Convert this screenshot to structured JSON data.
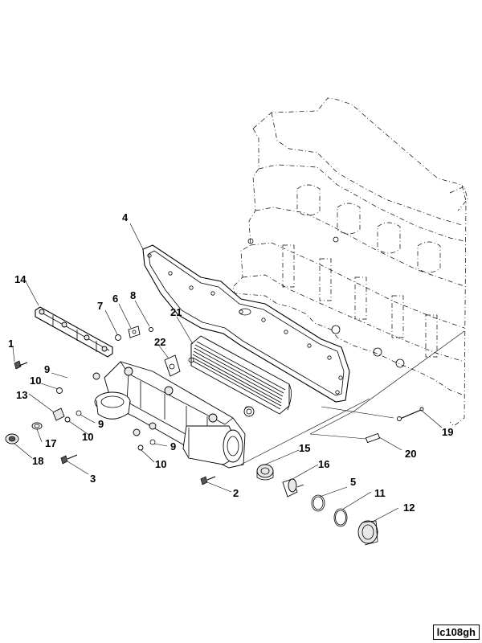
{
  "callouts": [
    "1",
    "2",
    "3",
    "4",
    "5",
    "6",
    "7",
    "8",
    "9",
    "9",
    "9",
    "10",
    "10",
    "10",
    "11",
    "12",
    "13",
    "14",
    "15",
    "16",
    "17",
    "18",
    "19",
    "20",
    "21",
    "22"
  ],
  "reference_code": "lc108gh"
}
